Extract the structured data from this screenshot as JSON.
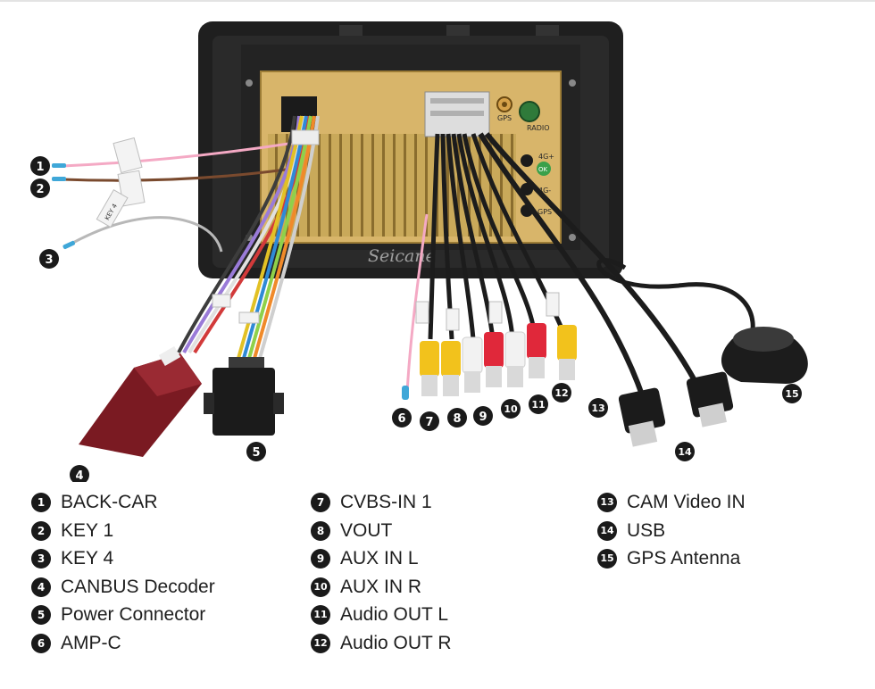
{
  "watermark": "Seicane",
  "unit_labels": {
    "gps_port": "GPS",
    "radio_port": "RADIO",
    "port_4g_plus": "4G+",
    "port_4g_minus": "4G-",
    "port_gps_lower": "GPS",
    "green_sticker": "OK"
  },
  "wire_tags": {
    "key4": "KEY 4"
  },
  "badges": [
    "1",
    "2",
    "3",
    "4",
    "5",
    "6",
    "7",
    "8",
    "9",
    "10",
    "11",
    "12",
    "13",
    "14",
    "15"
  ],
  "legend": {
    "col1": [
      {
        "num": "1",
        "label": "BACK-CAR"
      },
      {
        "num": "2",
        "label": "KEY 1"
      },
      {
        "num": "3",
        "label": "KEY 4"
      },
      {
        "num": "4",
        "label": "CANBUS Decoder"
      },
      {
        "num": "5",
        "label": "Power Connector"
      },
      {
        "num": "6",
        "label": "AMP-C"
      }
    ],
    "col2": [
      {
        "num": "7",
        "label": "CVBS-IN 1"
      },
      {
        "num": "8",
        "label": "VOUT"
      },
      {
        "num": "9",
        "label": "AUX IN L"
      },
      {
        "num": "10",
        "label": "AUX IN R"
      },
      {
        "num": "11",
        "label": "Audio OUT L"
      },
      {
        "num": "12",
        "label": "Audio OUT R"
      }
    ],
    "col3": [
      {
        "num": "13",
        "label": "CAM Video IN"
      },
      {
        "num": "14",
        "label": "USB"
      },
      {
        "num": "15",
        "label": "GPS Antenna"
      }
    ]
  }
}
